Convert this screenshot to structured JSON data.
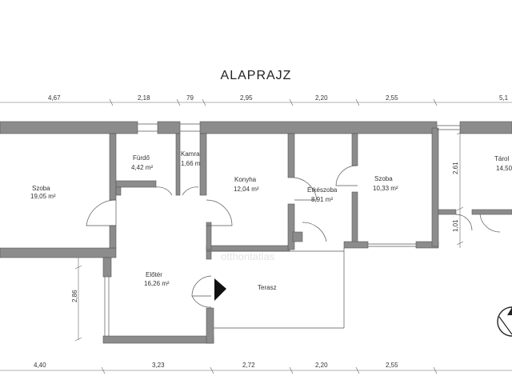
{
  "title": "ALAPRAJZ",
  "dims_top": [
    "4,67",
    "2,18",
    "79",
    "2,95",
    "2,20",
    "2,55",
    "5,1"
  ],
  "dims_bottom": [
    "4,40",
    "3,23",
    "2,72",
    "2,20",
    "2,55"
  ],
  "dims_side": [
    "2,86",
    "2,61",
    "1,01"
  ],
  "rooms": [
    {
      "name": "Szoba",
      "area": "19,05 m²"
    },
    {
      "name": "Fürdő",
      "area": "4,42 m²"
    },
    {
      "name": "Kamra",
      "area": "1,66 m"
    },
    {
      "name": "Konyha",
      "area": "12,04 m²"
    },
    {
      "name": "Étkészoba",
      "area": "8,91 m²"
    },
    {
      "name": "Szoba",
      "area": "10,33 m²"
    },
    {
      "name": "Tárol",
      "area": "14,50"
    },
    {
      "name": "Előtér",
      "area": "16,26 m²"
    },
    {
      "name": "Terasz",
      "area": ""
    }
  ],
  "watermark": "otthontatlas"
}
